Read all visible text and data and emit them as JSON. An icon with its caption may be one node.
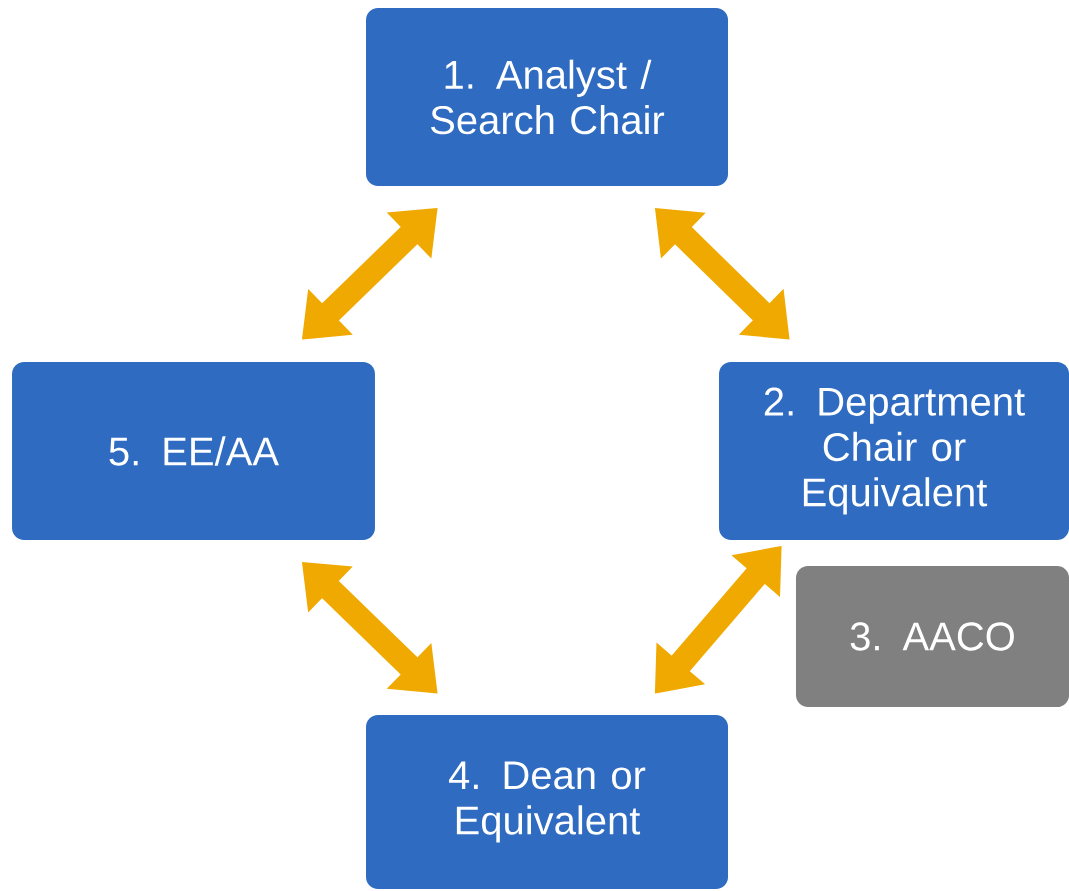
{
  "diagram": {
    "nodes": [
      {
        "text": [
          "1. Analyst / Search Chair"
        ]
      },
      {
        "text": [
          "2. Department Chair or Equivalent"
        ]
      },
      {
        "text": [
          "3. AACO"
        ]
      },
      {
        "text": [
          "4. Dean or Equivalent"
        ]
      },
      {
        "text": [
          "5. EE/AA"
        ]
      }
    ],
    "edges": [
      {
        "from": 0,
        "to": 4,
        "arrow": "both"
      },
      {
        "from": 0,
        "to": 1,
        "arrow": "both"
      },
      {
        "from": 1,
        "to": 3,
        "arrow": "both"
      },
      {
        "from": 4,
        "to": 3,
        "arrow": "both"
      }
    ]
  }
}
